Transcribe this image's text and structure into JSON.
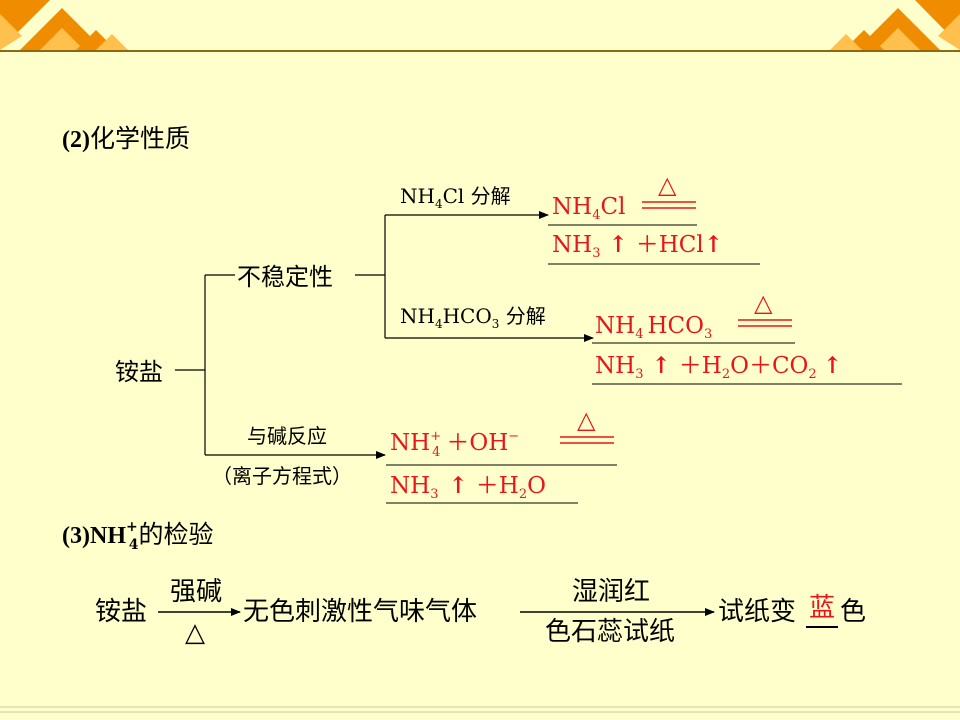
{
  "section2": {
    "num": "(2)",
    "title": "化学性质"
  },
  "root": "铵盐",
  "unstable": {
    "label": "不稳定性",
    "b1": {
      "cond": {
        "a": "NH",
        "sub": "4",
        "b": "Cl",
        "c": " 分解"
      },
      "eq": {
        "l1": {
          "a": "NH",
          "sub": "4",
          "b": "Cl"
        },
        "l2": {
          "a": "NH",
          "sub": "3",
          "up1": "↑",
          "plus": "＋",
          "b": "HCl",
          "up2": "↑"
        }
      }
    },
    "b2": {
      "cond": {
        "a": "NH",
        "sub": "4",
        "b": "HCO",
        "sub2": "3",
        "c": " 分解"
      },
      "eq": {
        "l1": {
          "a": "NH",
          "sub": "4",
          "b": "HCO",
          "sub2": "3"
        },
        "l2": {
          "a": "NH",
          "sub": "3",
          "up1": "↑",
          "plus": "＋",
          "b": "H",
          "sub2": "2",
          "c": "O",
          "plus2": "＋",
          "d": "CO",
          "sub3": "2",
          "up2": "↑"
        }
      }
    }
  },
  "alkali": {
    "label1": "与碱反应",
    "label2": "（离子方程式）",
    "eq": {
      "l1": {
        "a": "NH",
        "sup": "+",
        "sub": "4",
        "plus": "＋",
        "b": "OH",
        "sup2": "−"
      },
      "l2": {
        "a": "NH",
        "sub": "3",
        "up": "↑",
        "plus": "＋",
        "b": "H",
        "sub2": "2",
        "c": "O"
      }
    }
  },
  "heat_symbol": "△",
  "section3": {
    "num": "(3)",
    "ion": "NH",
    "sup": "+",
    "sub": "4",
    "title": "的检验"
  },
  "test": {
    "s1": "铵盐",
    "c1_top": "强碱",
    "c1_bottom": "△",
    "s2": "无色刺激性气味气体",
    "c2_top": "湿润红",
    "c2_bottom": "色石蕊试纸",
    "s3": "试纸变",
    "answer": "蓝",
    "s4": "色"
  },
  "colors": {
    "background": "#FFFFCC",
    "answer": "#E8161C",
    "tri_dark": "#F08C00",
    "tri_light": "#FFC04D"
  }
}
